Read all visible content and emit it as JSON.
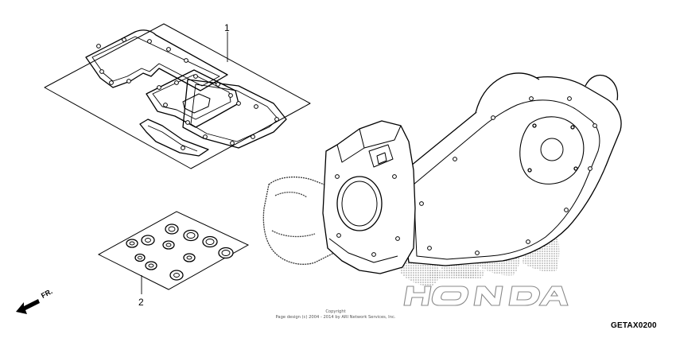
{
  "callouts": {
    "part1": "1",
    "part2": "2"
  },
  "copyright": {
    "line1": "Copyright",
    "line2": "Page design (c) 2004 - 2014 by ARI Network Services, Inc."
  },
  "diagram_code": "GETAX0200",
  "front_label": "FR.",
  "colors": {
    "line": "#000000",
    "watermark": "#9a9a9a",
    "engine_fill": "#ffffff"
  }
}
